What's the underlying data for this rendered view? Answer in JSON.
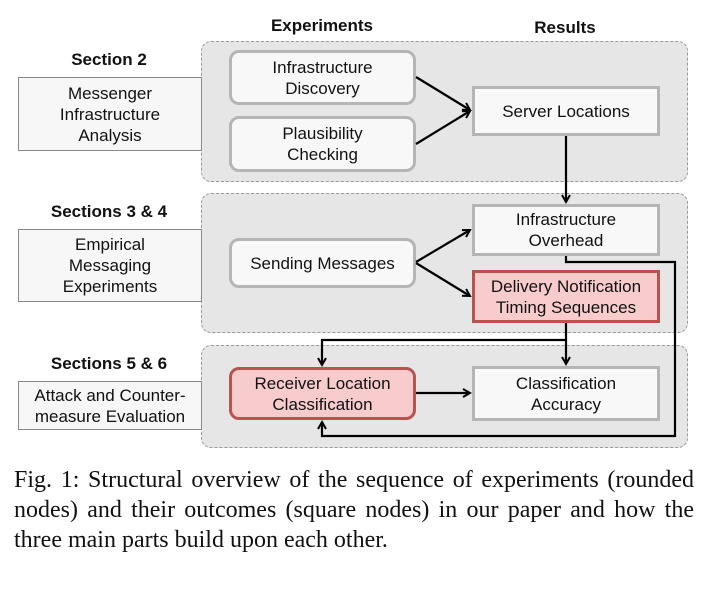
{
  "headers": {
    "experiments": "Experiments",
    "results": "Results"
  },
  "sections": [
    {
      "title": "Section 2",
      "label": "Messenger\nInfrastructure\nAnalysis"
    },
    {
      "title": "Sections 3 & 4",
      "label": "Empirical\nMessaging\nExperiments"
    },
    {
      "title": "Sections 5 & 6",
      "label": "Attack and Counter-\nmeasure Evaluation"
    }
  ],
  "nodes": {
    "infrastructure_discovery": {
      "label": "Infrastructure\nDiscovery",
      "shape": "rounded"
    },
    "plausibility_checking": {
      "label": "Plausibility\nChecking",
      "shape": "rounded"
    },
    "server_locations": {
      "label": "Server Locations",
      "shape": "square"
    },
    "sending_messages": {
      "label": "Sending Messages",
      "shape": "rounded"
    },
    "infrastructure_overhead": {
      "label": "Infrastructure\nOverhead",
      "shape": "square"
    },
    "delivery_notification": {
      "label": "Delivery Notification\nTiming Sequences",
      "shape": "square",
      "highlight": "red"
    },
    "receiver_location": {
      "label": "Receiver Location\nClassification",
      "shape": "rounded",
      "highlight": "red"
    },
    "classification_accuracy": {
      "label": "Classification\nAccuracy",
      "shape": "square"
    }
  },
  "edges": [
    [
      "infrastructure_discovery",
      "server_locations"
    ],
    [
      "plausibility_checking",
      "server_locations"
    ],
    [
      "server_locations",
      "infrastructure_overhead"
    ],
    [
      "sending_messages",
      "infrastructure_overhead"
    ],
    [
      "sending_messages",
      "delivery_notification"
    ],
    [
      "delivery_notification",
      "receiver_location"
    ],
    [
      "delivery_notification",
      "classification_accuracy"
    ],
    [
      "infrastructure_overhead",
      "receiver_location"
    ],
    [
      "receiver_location",
      "classification_accuracy"
    ]
  ],
  "colors": {
    "panel_fill": "#e6e6e6",
    "node_fill": "#f8f8f8",
    "highlight_fill": "#f8cccc",
    "highlight_border": "#b85450"
  },
  "caption": "Fig. 1: Structural overview of the sequence of experiments (rounded nodes) and their outcomes (square nodes) in our paper and how the three main parts build upon each other."
}
